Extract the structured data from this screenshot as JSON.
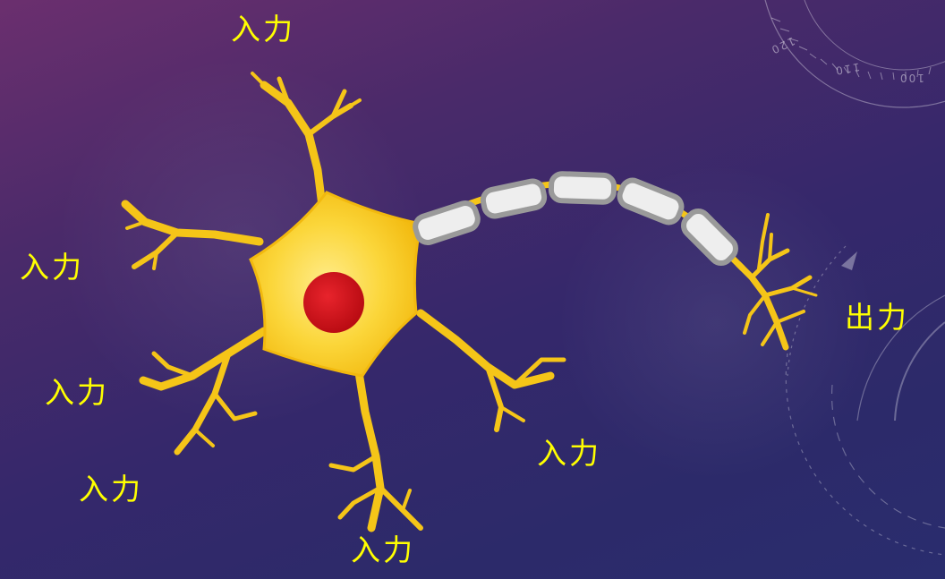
{
  "labels": {
    "input_top": "入力",
    "input_left": "入力",
    "input_left_mid": "入力",
    "input_left_low": "入力",
    "input_bottom": "入力",
    "input_right": "入力",
    "output": "出力"
  },
  "scale": {
    "a": "120",
    "b": "110",
    "c": "100"
  },
  "colors": {
    "label": "#ffff00",
    "neuron_body": "#f5c518",
    "nucleus": "#d4101c",
    "myelin": "#e9e9e9"
  }
}
